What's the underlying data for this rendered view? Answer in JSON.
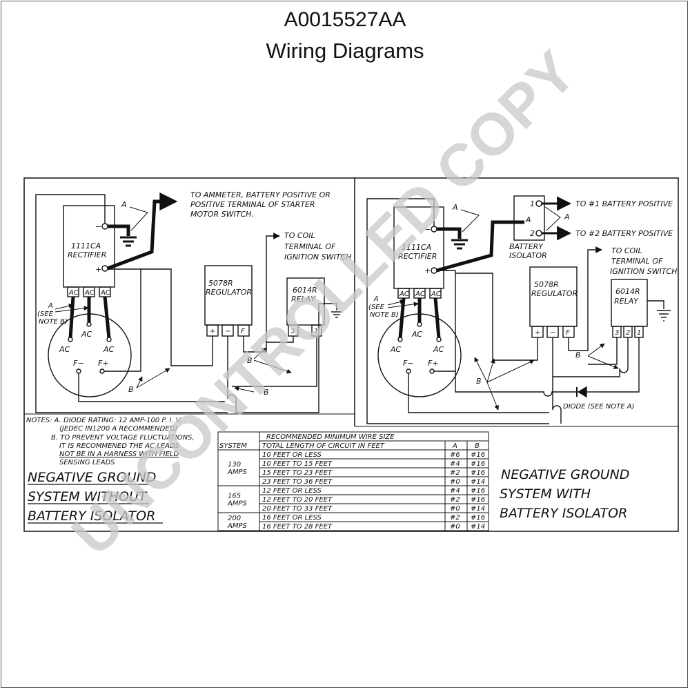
{
  "header": {
    "part_number": "A0015527AA",
    "subtitle": "Wiring Diagrams"
  },
  "watermark": "UNCONTROLLED COPY",
  "left": {
    "callout_to_ammeter": [
      "TO AMMETER, BATTERY POSITIVE OR",
      "POSITIVE TERMINAL OF STARTER",
      "MOTOR SWITCH."
    ],
    "rectifier": [
      "1111CA",
      "RECTIFIER"
    ],
    "regulator": [
      "5078R",
      "REGULATOR"
    ],
    "relay": [
      "6014R",
      "RELAY"
    ],
    "to_coil": [
      "TO COIL",
      "TERMINAL OF",
      "IGNITION SWITCH"
    ],
    "see_note": [
      "(SEE",
      "NOTE B)"
    ],
    "caption": [
      "NEGATIVE GROUND",
      "SYSTEM WITHOUT",
      "BATTERY ISOLATOR"
    ]
  },
  "right": {
    "to_batt1": "TO #1 BATTERY POSITIVE",
    "to_batt2": "TO #2 BATTERY POSITIVE",
    "isolator": [
      "BATTERY",
      "ISOLATOR"
    ],
    "rectifier": [
      "1111CA",
      "RECTIFIER"
    ],
    "regulator": [
      "5078R",
      "REGULATOR"
    ],
    "relay": [
      "6014R",
      "RELAY"
    ],
    "to_coil": [
      "TO COIL",
      "TERMINAL OF",
      "IGNITION SWITCH"
    ],
    "see_note": [
      "(SEE",
      "NOTE B)"
    ],
    "diode": "DIODE (SEE NOTE A)",
    "caption": [
      "NEGATIVE GROUND",
      "SYSTEM WITH",
      "BATTERY ISOLATOR"
    ]
  },
  "terms": {
    "A": "A",
    "B": "B",
    "AC": "AC",
    "F": "F",
    "Fminus": "F−",
    "Fplus": "F+",
    "plus": "+",
    "minus": "−",
    "one": "1",
    "two": "2",
    "three": "3"
  },
  "notes": [
    "NOTES: A. DIODE RATING: 12 AMP-100 P. I. V.",
    "(JEDEC IN1200 A RECOMMENDED)",
    "B. TO PREVENT VOLTAGE FLUCTUATIONS,",
    "IT IS RECOMMENED THE AC LEADS",
    "NOT BE IN A HARNESS WITH FIELD",
    "SENSING LEADS"
  ],
  "wire_table": {
    "title": "RECOMMENDED MINIMUM WIRE SIZE",
    "headers": [
      "SYSTEM",
      "TOTAL LENGTH OF CIRCUIT IN FEET",
      "A",
      "B"
    ],
    "groups": [
      {
        "system": [
          "130",
          "AMPS"
        ],
        "rows": [
          [
            "10 FEET OR LESS",
            "#6",
            "#16"
          ],
          [
            "10 FEET TO 15 FEET",
            "#4",
            "#16"
          ],
          [
            "15 FEET TO 23 FEET",
            "#2",
            "#16"
          ],
          [
            "23 FEET TO 36 FEET",
            "#0",
            "#14"
          ]
        ]
      },
      {
        "system": [
          "165",
          "AMPS"
        ],
        "rows": [
          [
            "12 FEET OR LESS",
            "#4",
            "#16"
          ],
          [
            "12 FEET TO 20 FEET",
            "#2",
            "#16"
          ],
          [
            "20 FEET TO 33 FEET",
            "#0",
            "#14"
          ]
        ]
      },
      {
        "system": [
          "200",
          "AMPS"
        ],
        "rows": [
          [
            "16 FEET OR LESS",
            "#2",
            "#16"
          ],
          [
            "16 FEET TO 28 FEET",
            "#0",
            "#14"
          ]
        ]
      }
    ]
  }
}
